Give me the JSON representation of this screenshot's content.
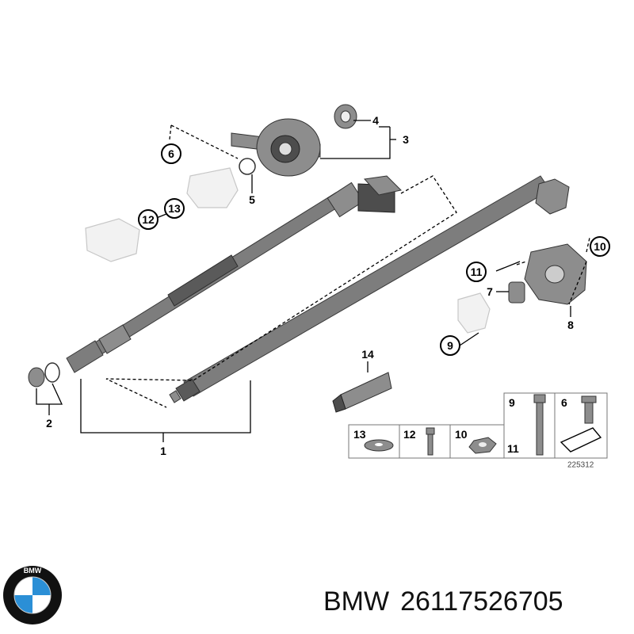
{
  "callouts": {
    "p1": "1",
    "p2": "2",
    "p3": "3",
    "p4": "4",
    "p5": "5",
    "p6": "6",
    "p7": "7",
    "p8": "8",
    "p9": "9",
    "p10": "10",
    "p11": "11",
    "p12": "12",
    "p13": "13",
    "p14": "14"
  },
  "legend": {
    "cells": [
      {
        "num": "13",
        "name": "washer"
      },
      {
        "num": "12",
        "name": "bolt-short"
      },
      {
        "num": "10",
        "name": "nut"
      },
      {
        "num": "11",
        "name": "sub-label"
      },
      {
        "num": "9",
        "name": "bolt-long"
      },
      {
        "num": "6",
        "name": "bolt-flange"
      }
    ],
    "diagram_code": "225312"
  },
  "footer": {
    "brand": "BMW",
    "part_number": "26117526705",
    "logo_letters": "BMW"
  },
  "colors": {
    "shaft": "#7d7d7d",
    "shaft_dark": "#5a5a5a",
    "ghost_part": "#f2f2f2",
    "logo_blue": "#2b8fd6",
    "logo_ring": "#111111"
  }
}
